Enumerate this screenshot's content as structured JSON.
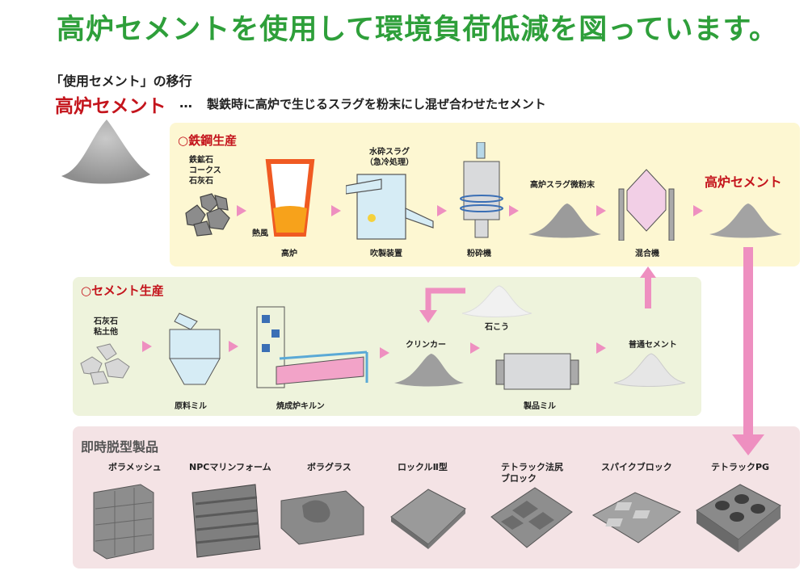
{
  "headline": "高炉セメントを使用して環境負荷低減を図っています。",
  "intro": {
    "subheading": "「使用セメント」の移行",
    "term": "高炉セメント",
    "dots": "…",
    "definition": "製鉄時に高炉で生じるスラグを粉末にし混ぜ合わせたセメント"
  },
  "steel": {
    "title": "○鉄鋼生産",
    "raw_lines": [
      "鉄鉱石",
      "コークス",
      "石灰石"
    ],
    "hot_air": "熱風",
    "furnace": "高炉",
    "slag_lines": [
      "水砕スラグ",
      "（急冷処理）"
    ],
    "granulator": "吹製装置",
    "crusher": "粉砕機",
    "slag_powder": "高炉スラグ微粉末",
    "mixer": "混合機",
    "product": "高炉セメント"
  },
  "cement": {
    "title": "○セメント生産",
    "raw_lines": [
      "石灰石",
      "粘土他"
    ],
    "raw_mill": "原料ミル",
    "kiln": "焼成炉キルン",
    "clinker": "クリンカー",
    "gypsum": "石こう",
    "finish_mill": "製品ミル",
    "ordinary": "普通セメント"
  },
  "products": {
    "title": "即時脱型製品",
    "items": [
      {
        "name_lines": [
          "ボラメッシュ"
        ]
      },
      {
        "name_lines": [
          "NPCマリンフォーム"
        ]
      },
      {
        "name_lines": [
          "ボラグラス"
        ]
      },
      {
        "name_lines": [
          "ロックルⅡ型"
        ]
      },
      {
        "name_lines": [
          "テトラック法尻",
          "ブロック"
        ]
      },
      {
        "name_lines": [
          "スパイクブロック"
        ]
      },
      {
        "name_lines": [
          "テトラックPG"
        ]
      }
    ]
  },
  "colors": {
    "headline": "#2e9f3a",
    "accent_red": "#c4141c",
    "arrow_pink": "#ee8fc0",
    "steel_panel": "#fdf7d2",
    "cement_panel": "#eef3dc",
    "product_panel": "#f4e3e5"
  }
}
